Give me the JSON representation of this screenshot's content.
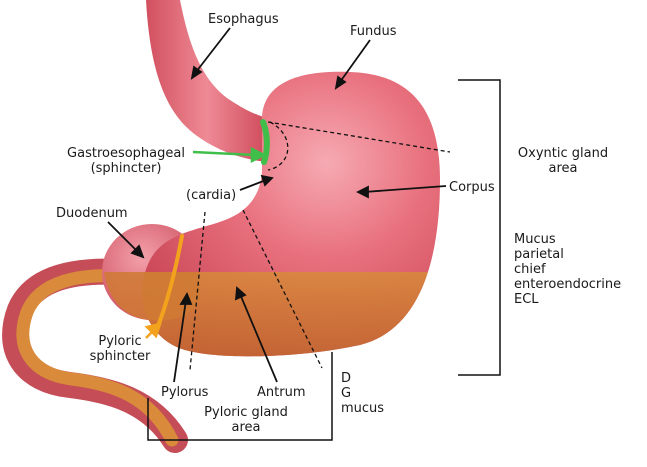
{
  "labels": {
    "esophagus": "Esophagus",
    "fundus": "Fundus",
    "gastroesophageal": [
      "Gastroesophageal",
      "(sphincter)"
    ],
    "cardia": "(cardia)",
    "corpus": "Corpus",
    "duodenum": "Duodenum",
    "pyloric_sphincter": [
      "Pyloric",
      "sphincter"
    ],
    "pylorus": "Pylorus",
    "antrum": "Antrum",
    "pyloric_gland_area": [
      "Pyloric gland",
      "area"
    ],
    "secretions_pyloric": [
      "D",
      "G",
      "mucus"
    ],
    "oxyntic_gland_area": [
      "Oxyntic gland",
      "area"
    ],
    "oxyntic_cells": [
      "Mucus",
      "parietal",
      "chief",
      "enteroendocrine",
      "ECL"
    ]
  },
  "colors": {
    "stomach": "#e05a6a",
    "stomach_highlight": "#f4a3ad",
    "chyme": "#c9722e",
    "sphincter_gastroesophageal": "#3fbf4a",
    "sphincter_pyloric": "#f2a21d"
  }
}
